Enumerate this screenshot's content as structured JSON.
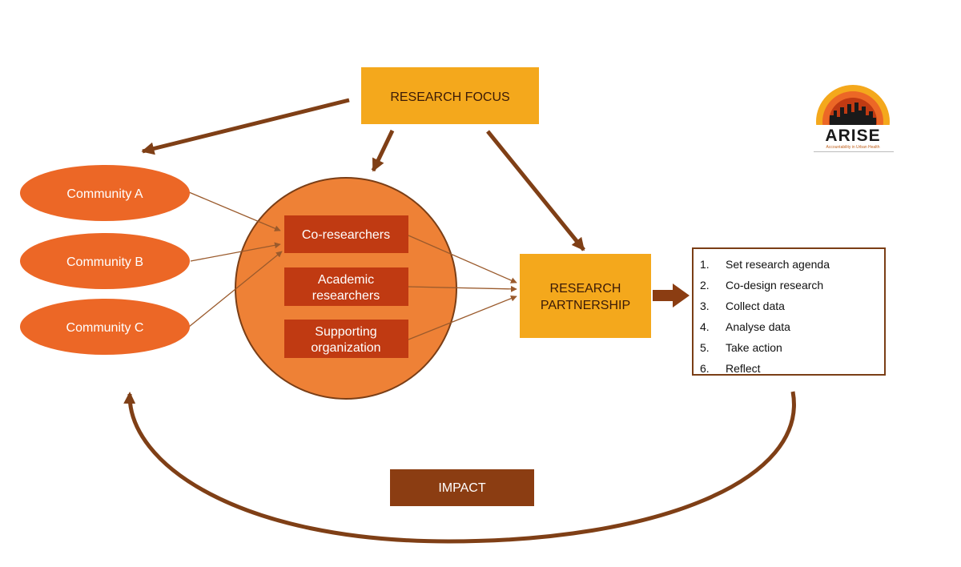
{
  "research_focus": "RESEARCH FOCUS",
  "communities": [
    "Community A",
    "Community B",
    "Community C"
  ],
  "actors": {
    "co_researchers": "Co-researchers",
    "academic_line1": "Academic",
    "academic_line2": "researchers",
    "supporting_line1": "Supporting",
    "supporting_line2": "organization"
  },
  "partnership": {
    "line1": "RESEARCH",
    "line2": "PARTNERSHIP"
  },
  "steps": [
    {
      "num": "1.",
      "label": "Set research agenda"
    },
    {
      "num": "2.",
      "label": "Co-design research"
    },
    {
      "num": "3.",
      "label": "Collect data"
    },
    {
      "num": "4.",
      "label": "Analyse data"
    },
    {
      "num": "5.",
      "label": "Take action"
    },
    {
      "num": "6.",
      "label": "Reflect"
    }
  ],
  "impact": "IMPACT",
  "logo": {
    "name": "ARISE",
    "tagline": "Accountability in Urban Health"
  },
  "colors": {
    "focus_fill": "#f4a81c",
    "community_fill": "#ec6726",
    "circle_fill": "#ee8136",
    "actor_fill": "#c03a12",
    "arrow": "#7f3f16",
    "impact_fill": "#8b3d12"
  }
}
